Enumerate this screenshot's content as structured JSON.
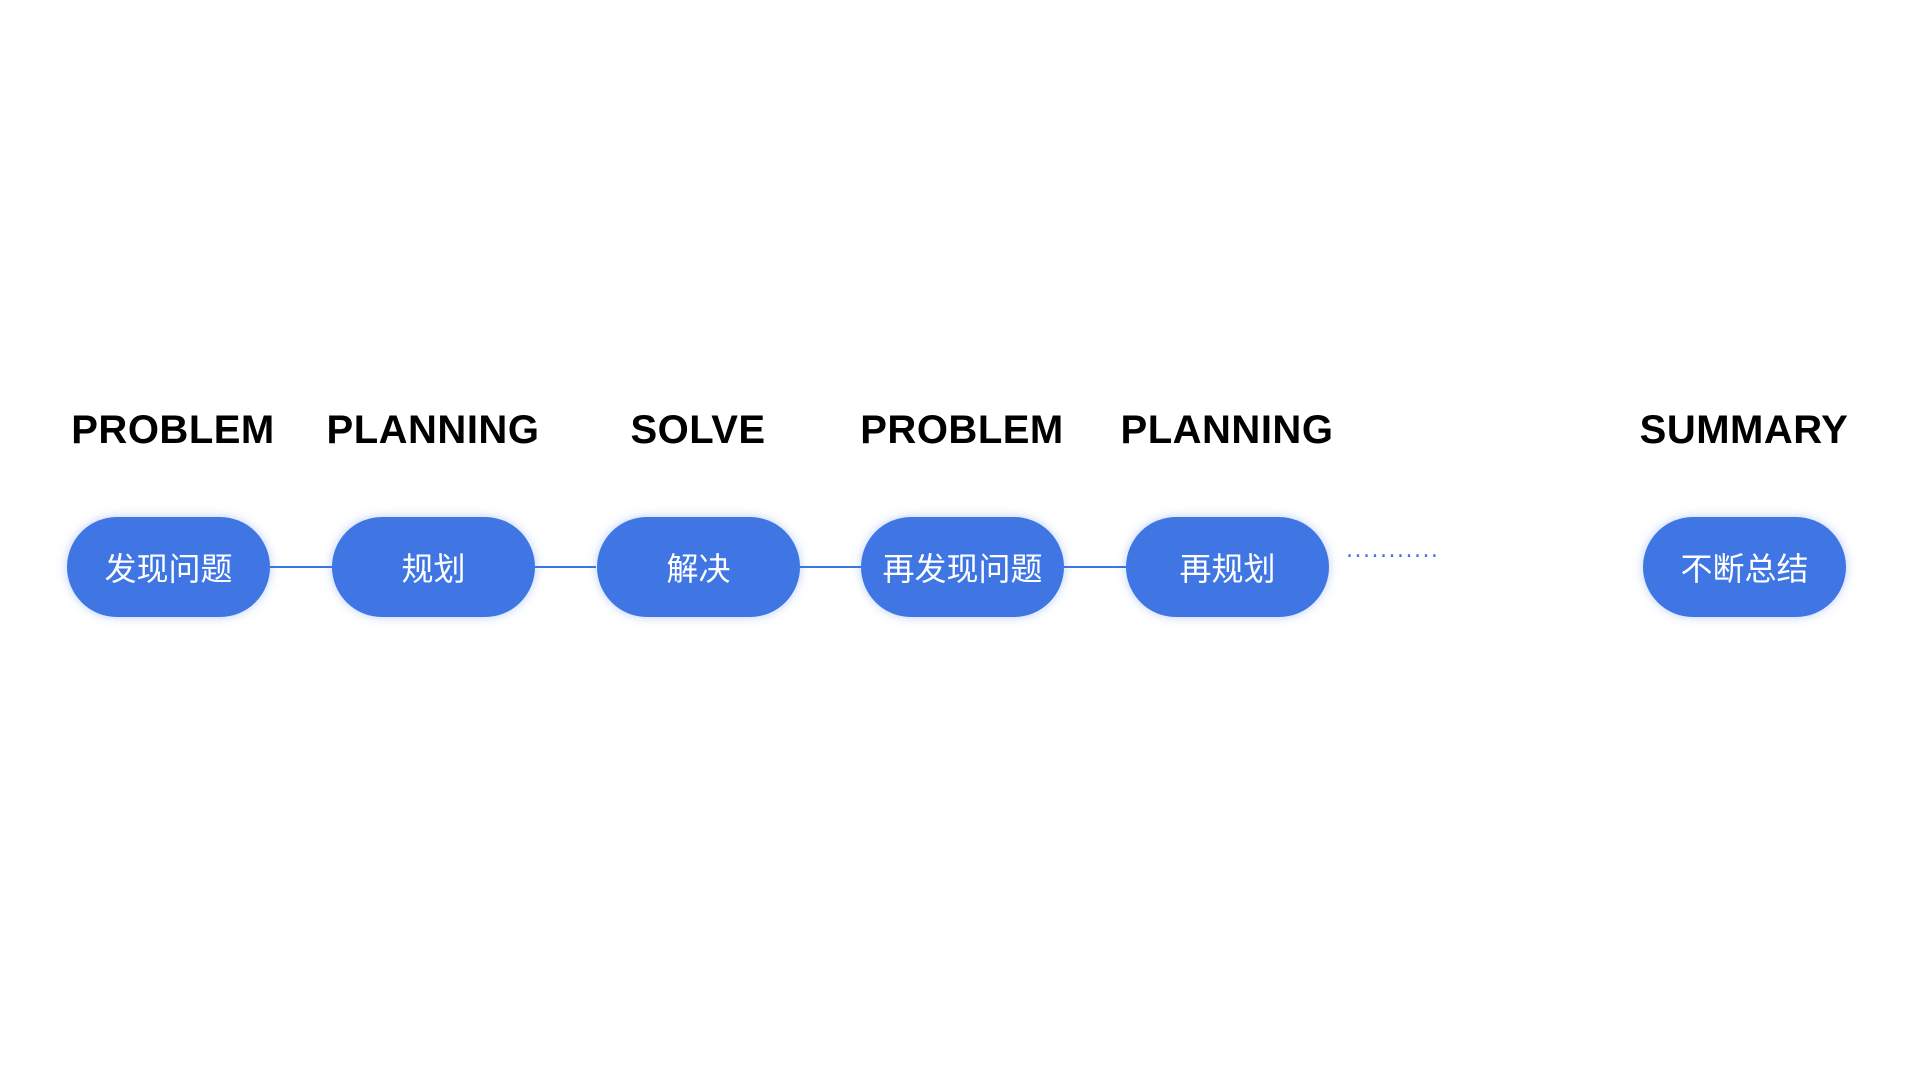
{
  "steps": [
    {
      "label": "PROBLEM",
      "text": "发现问题"
    },
    {
      "label": "PLANNING",
      "text": "规划"
    },
    {
      "label": "SOLVE",
      "text": "解决"
    },
    {
      "label": "PROBLEM",
      "text": "再发现问题"
    },
    {
      "label": "PLANNING",
      "text": "再规划"
    },
    {
      "label": "SUMMARY",
      "text": "不断总结"
    }
  ],
  "continuation": "...........",
  "colors": {
    "node": "#3f76e4",
    "connector": "#3d74e6",
    "label": "#000000",
    "node_text": "#ffffff"
  }
}
